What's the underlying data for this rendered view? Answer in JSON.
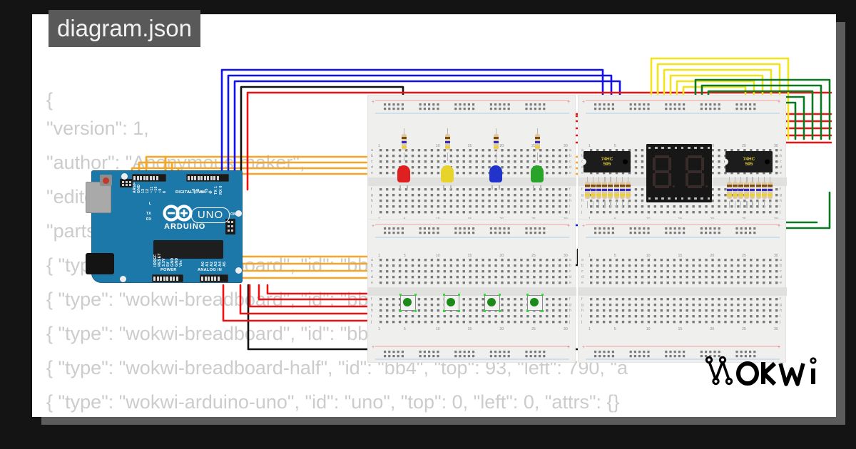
{
  "window": {
    "background_color": "#141414",
    "canvas_color": "#ffffff",
    "shadow_color": "#5c5c5c"
  },
  "filename_chip": {
    "label": "diagram.json",
    "background": "#595959",
    "text_color": "#f2f2f2"
  },
  "brand": {
    "name": "WOKWI",
    "color": "#000000"
  },
  "json_preview": {
    "text_color": "#cccccc",
    "lines": [
      "{",
      "  \"version\": 1,",
      "  \"author\": \"Anonymous maker\",",
      "  \"editor\": \"wokwi\",",
      "  \"parts\": [",
      "    { \"type\": \"wokwi-breadboard\", \"id\": \"bb1\", \"top\": -46.2,",
      "    { \"type\": \"wokwi-breadboard\", \"id\": \"bb2\", \"left\": 790,",
      "    { \"type\": \"wokwi-breadboard\", \"id\": \"bb3\", \"top\": 93.6,",
      "    { \"type\": \"wokwi-breadboard-half\", \"id\": \"bb4\", \"top\": 93, \"left\": 790, \"a",
      "    { \"type\": \"wokwi-arduino-uno\", \"id\": \"uno\", \"top\": 0, \"left\": 0, \"attrs\": {}",
      "    {"
    ]
  },
  "circuit": {
    "board": {
      "name": "Arduino Uno",
      "logo_text": "ARDUINO",
      "model_text": "UNO",
      "color": "#1b78a8",
      "digital_header_label": "DIGITAL (PWM ~)",
      "power_header_label": "POWER",
      "analog_header_label": "ANALOG IN",
      "digital_pins": [
        "AREF",
        "GND",
        "13",
        "12",
        "~11",
        "~10",
        "~9",
        "8",
        "7",
        "~6",
        "~5",
        "4",
        "~3",
        "2",
        "TX 1",
        "RX 0"
      ],
      "power_pins": [
        "IOREF",
        "RESET",
        "3.3V",
        "5V",
        "GND",
        "GND",
        "Vin"
      ],
      "analog_pins": [
        "A0",
        "A1",
        "A2",
        "A3",
        "A4",
        "A5"
      ],
      "status_leds": [
        "L",
        "TX",
        "RX",
        "ON"
      ]
    },
    "breadboards": [
      {
        "id": "bb1",
        "type": "wokwi-breadboard",
        "label_rows": [
          "a",
          "b",
          "c",
          "d",
          "e",
          "f",
          "g",
          "h",
          "i",
          "j"
        ],
        "column_ticks": [
          "1",
          "5",
          "10",
          "15",
          "20",
          "25",
          "30"
        ]
      },
      {
        "id": "bb2",
        "type": "wokwi-breadboard",
        "label_rows": [
          "a",
          "b",
          "c",
          "d",
          "e",
          "f",
          "g",
          "h",
          "i",
          "j"
        ],
        "column_ticks": [
          "1",
          "5",
          "10",
          "15",
          "20",
          "25",
          "30"
        ]
      },
      {
        "id": "bb3",
        "type": "wokwi-breadboard",
        "label_rows": [
          "a",
          "b",
          "c",
          "d",
          "e",
          "f",
          "g",
          "h",
          "i",
          "j"
        ],
        "column_ticks": [
          "1",
          "5",
          "10",
          "15",
          "20",
          "25",
          "30"
        ]
      },
      {
        "id": "bb4",
        "type": "wokwi-breadboard-half",
        "label_rows": [
          "a",
          "b",
          "c",
          "d",
          "e",
          "f",
          "g",
          "h",
          "i",
          "j"
        ],
        "column_ticks": [
          "1",
          "5",
          "10",
          "15",
          "20",
          "25",
          "30"
        ]
      }
    ],
    "leds": [
      {
        "color_name": "red",
        "hex": "#e02020"
      },
      {
        "color_name": "yellow",
        "hex": "#e8d32a"
      },
      {
        "color_name": "blue",
        "hex": "#2233cc"
      },
      {
        "color_name": "green",
        "hex": "#29a329"
      }
    ],
    "led_resistors": {
      "count": 4,
      "band_colors": [
        "#2b2bd0",
        "#e8d32a"
      ],
      "body_color": "#e0c9a0"
    },
    "shift_registers": [
      {
        "part": "74HC595",
        "line1": "74HC",
        "line2": "595",
        "position": "left"
      },
      {
        "part": "74HC595",
        "line1": "74HC",
        "line2": "595",
        "position": "right"
      }
    ],
    "seven_segment": {
      "digits": 2,
      "display_value": "88",
      "color": "#171717"
    },
    "pushbuttons": {
      "count": 4,
      "cap_color": "#1b8a1b"
    },
    "network_resistors": {
      "count_per_bank": 8,
      "banks": 2,
      "band_colors": [
        "#7a4a12",
        "#2b2bd0",
        "#e8d32a"
      ]
    },
    "wire_colors": {
      "orange": "#f5a623",
      "blue": "#1111ee",
      "red": "#ee1111",
      "black": "#111111",
      "yellow": "#f2e31a",
      "green": "#0a7a22"
    }
  }
}
